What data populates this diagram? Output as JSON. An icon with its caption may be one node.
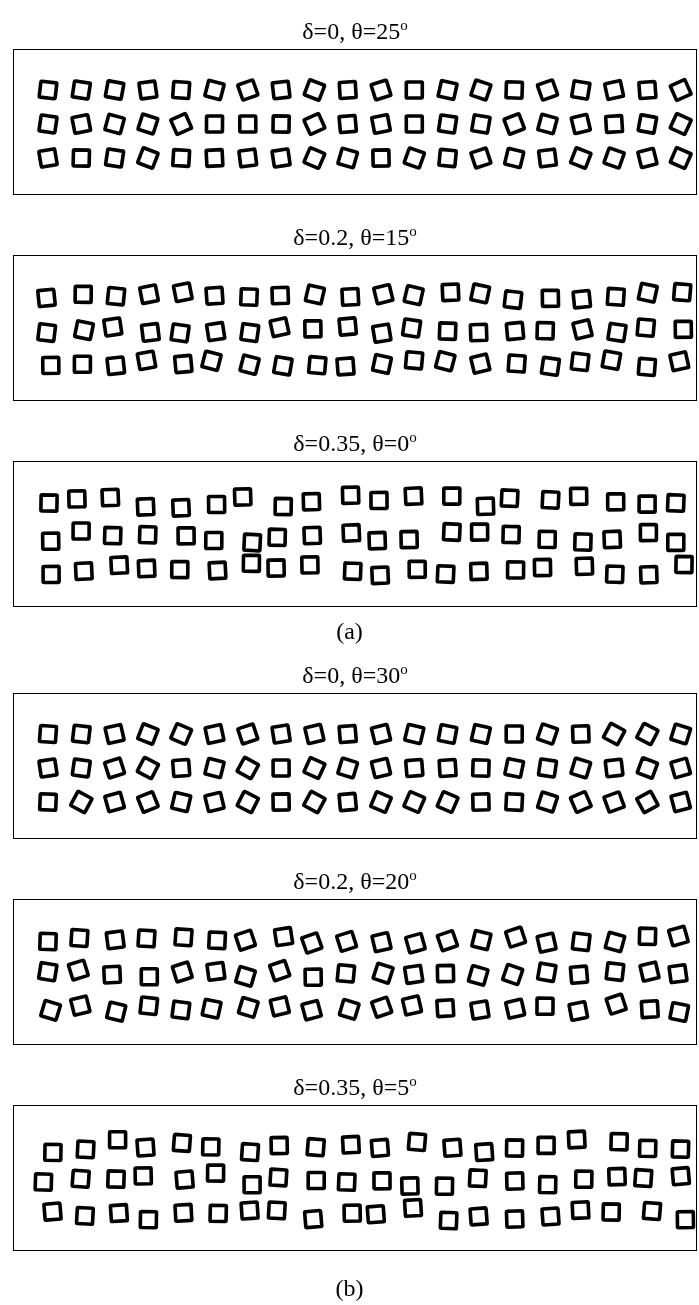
{
  "diagram": {
    "nodes": [
      {
        "text": [
          "δ=0, θ=25$^{o}$"
        ]
      },
      {
        "text": [
          "δ=0.2, θ=15$^{o}$"
        ]
      },
      {
        "text": [
          "δ=0.35, θ=0$^{o}$"
        ]
      },
      {
        "text": [
          "δ=0, θ=30$^{o}$"
        ]
      },
      {
        "text": [
          "δ=0.2, θ=20$^{o}$"
        ]
      },
      {
        "text": [
          "δ=0.35, θ=5$^{o}$"
        ]
      }
    ],
    "edges": [],
    "labels": [
      "(a)",
      "(b)"
    ]
  }
}
